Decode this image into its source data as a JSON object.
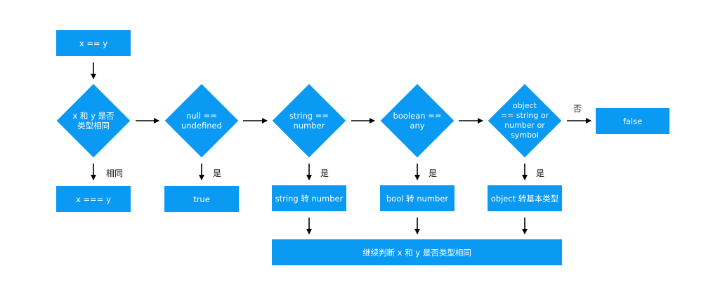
{
  "start": "x == y",
  "decisions": [
    {
      "text": "x 和 y 是否\n类型相同",
      "branch_label": "相同",
      "result": "x === y"
    },
    {
      "text": "null ==\nundefined",
      "branch_label": "是",
      "result": "true"
    },
    {
      "text": "string ==\nnumber",
      "branch_label": "是",
      "result": "string 转 number"
    },
    {
      "text": "boolean ==\nany",
      "branch_label": "是",
      "result": "bool 转 number"
    },
    {
      "text": "object\n== string or\nnumber or\nsymbol",
      "branch_label": "是",
      "result": "object 转基本类型"
    }
  ],
  "no_label": "否",
  "final_false": "false",
  "continue": "继续判断 x 和 y 是否类型相同",
  "colors": {
    "node_fill": "#0a9af3",
    "node_text": "#ffffff",
    "arrow": "#000000"
  }
}
